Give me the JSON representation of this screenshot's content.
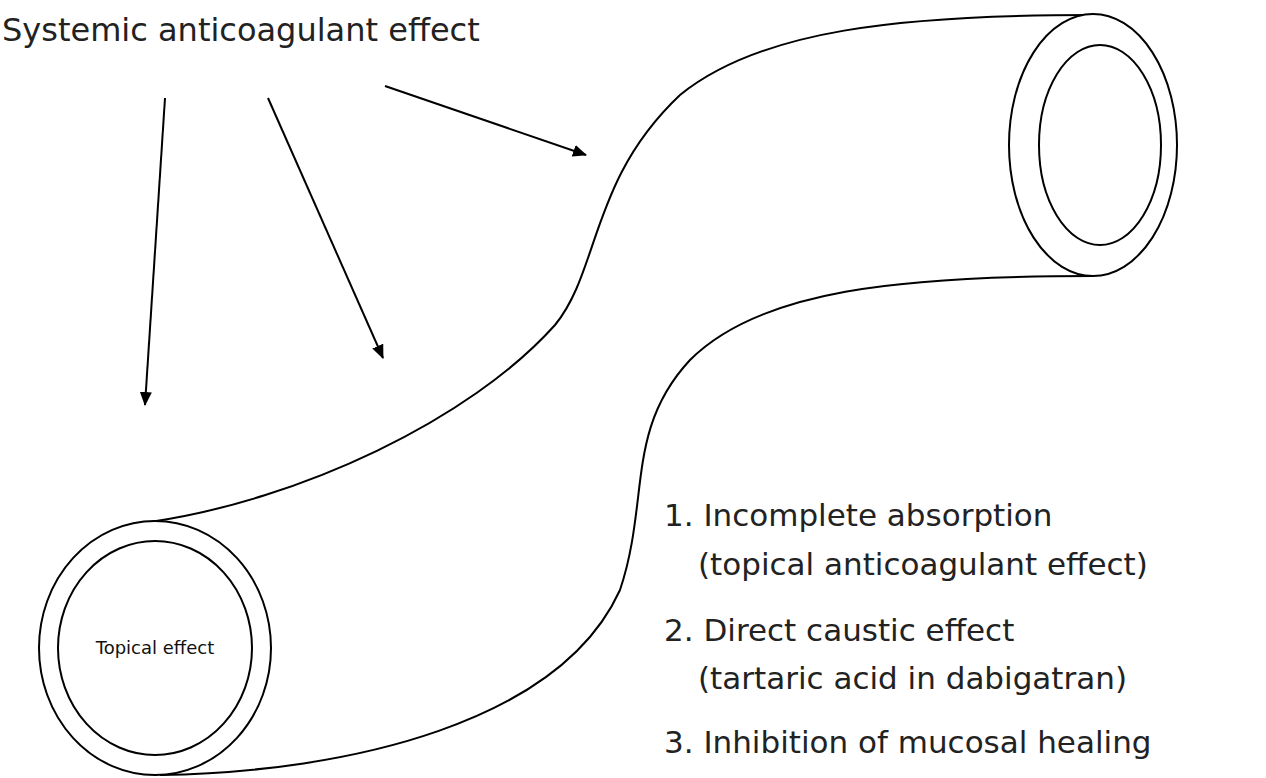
{
  "diagram": {
    "nodes": [
      {
        "text": [
          "Topical effect"
        ]
      }
    ],
    "labels": [
      "Systemic anticoagulant effect",
      "1. Incomplete absorption",
      "(topical anticoagulant effect)",
      "2. Direct caustic effect",
      "(tartaric acid in dabigatran)",
      "3. Inhibition of mucosal healing"
    ]
  }
}
